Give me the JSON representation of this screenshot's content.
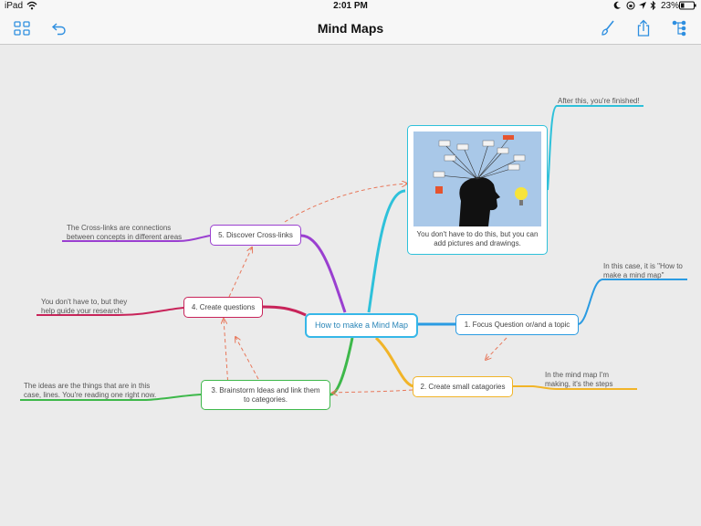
{
  "status": {
    "device": "iPad",
    "time": "2:01 PM",
    "battery": "23%"
  },
  "toolbar": {
    "title": "Mind Maps",
    "left_icons": [
      "grid-icon",
      "undo-icon"
    ],
    "right_icons": [
      "brush-icon",
      "share-icon",
      "structure-icon"
    ]
  },
  "map": {
    "central": "How to make a Mind Map",
    "image_caption": "You don't have to do this, but you can add pictures and drawings.",
    "topics": {
      "focus": "1. Focus Question or/and a topic",
      "categories": "2. Create small catagories",
      "brainstorm": "3. Brainstorm Ideas and link them to categories.",
      "questions": "4. Create questions",
      "crosslinks": "5. Discover Cross-links"
    },
    "notes": {
      "finished": "After this, you're finished!",
      "case": "In this case, it is \"How to make a mind map\"",
      "steps": "In the mind map I'm making, it's the steps",
      "ideas": "The ideas are the things that are in this case, lines. You're reading one right now.",
      "guide": "You don't have to, but they help guide your research.",
      "crosslink_def": "The Cross-links are connections between concepts in different areas"
    }
  },
  "colors": {
    "central": "#36b7e8",
    "focus": "#2a9be2",
    "categories": "#f1b428",
    "brainstorm": "#3db84a",
    "questions": "#c8245a",
    "crosslinks": "#9a3fd0",
    "image_branch": "#2ec1da",
    "crosslink_arrow": "#e8775a"
  }
}
